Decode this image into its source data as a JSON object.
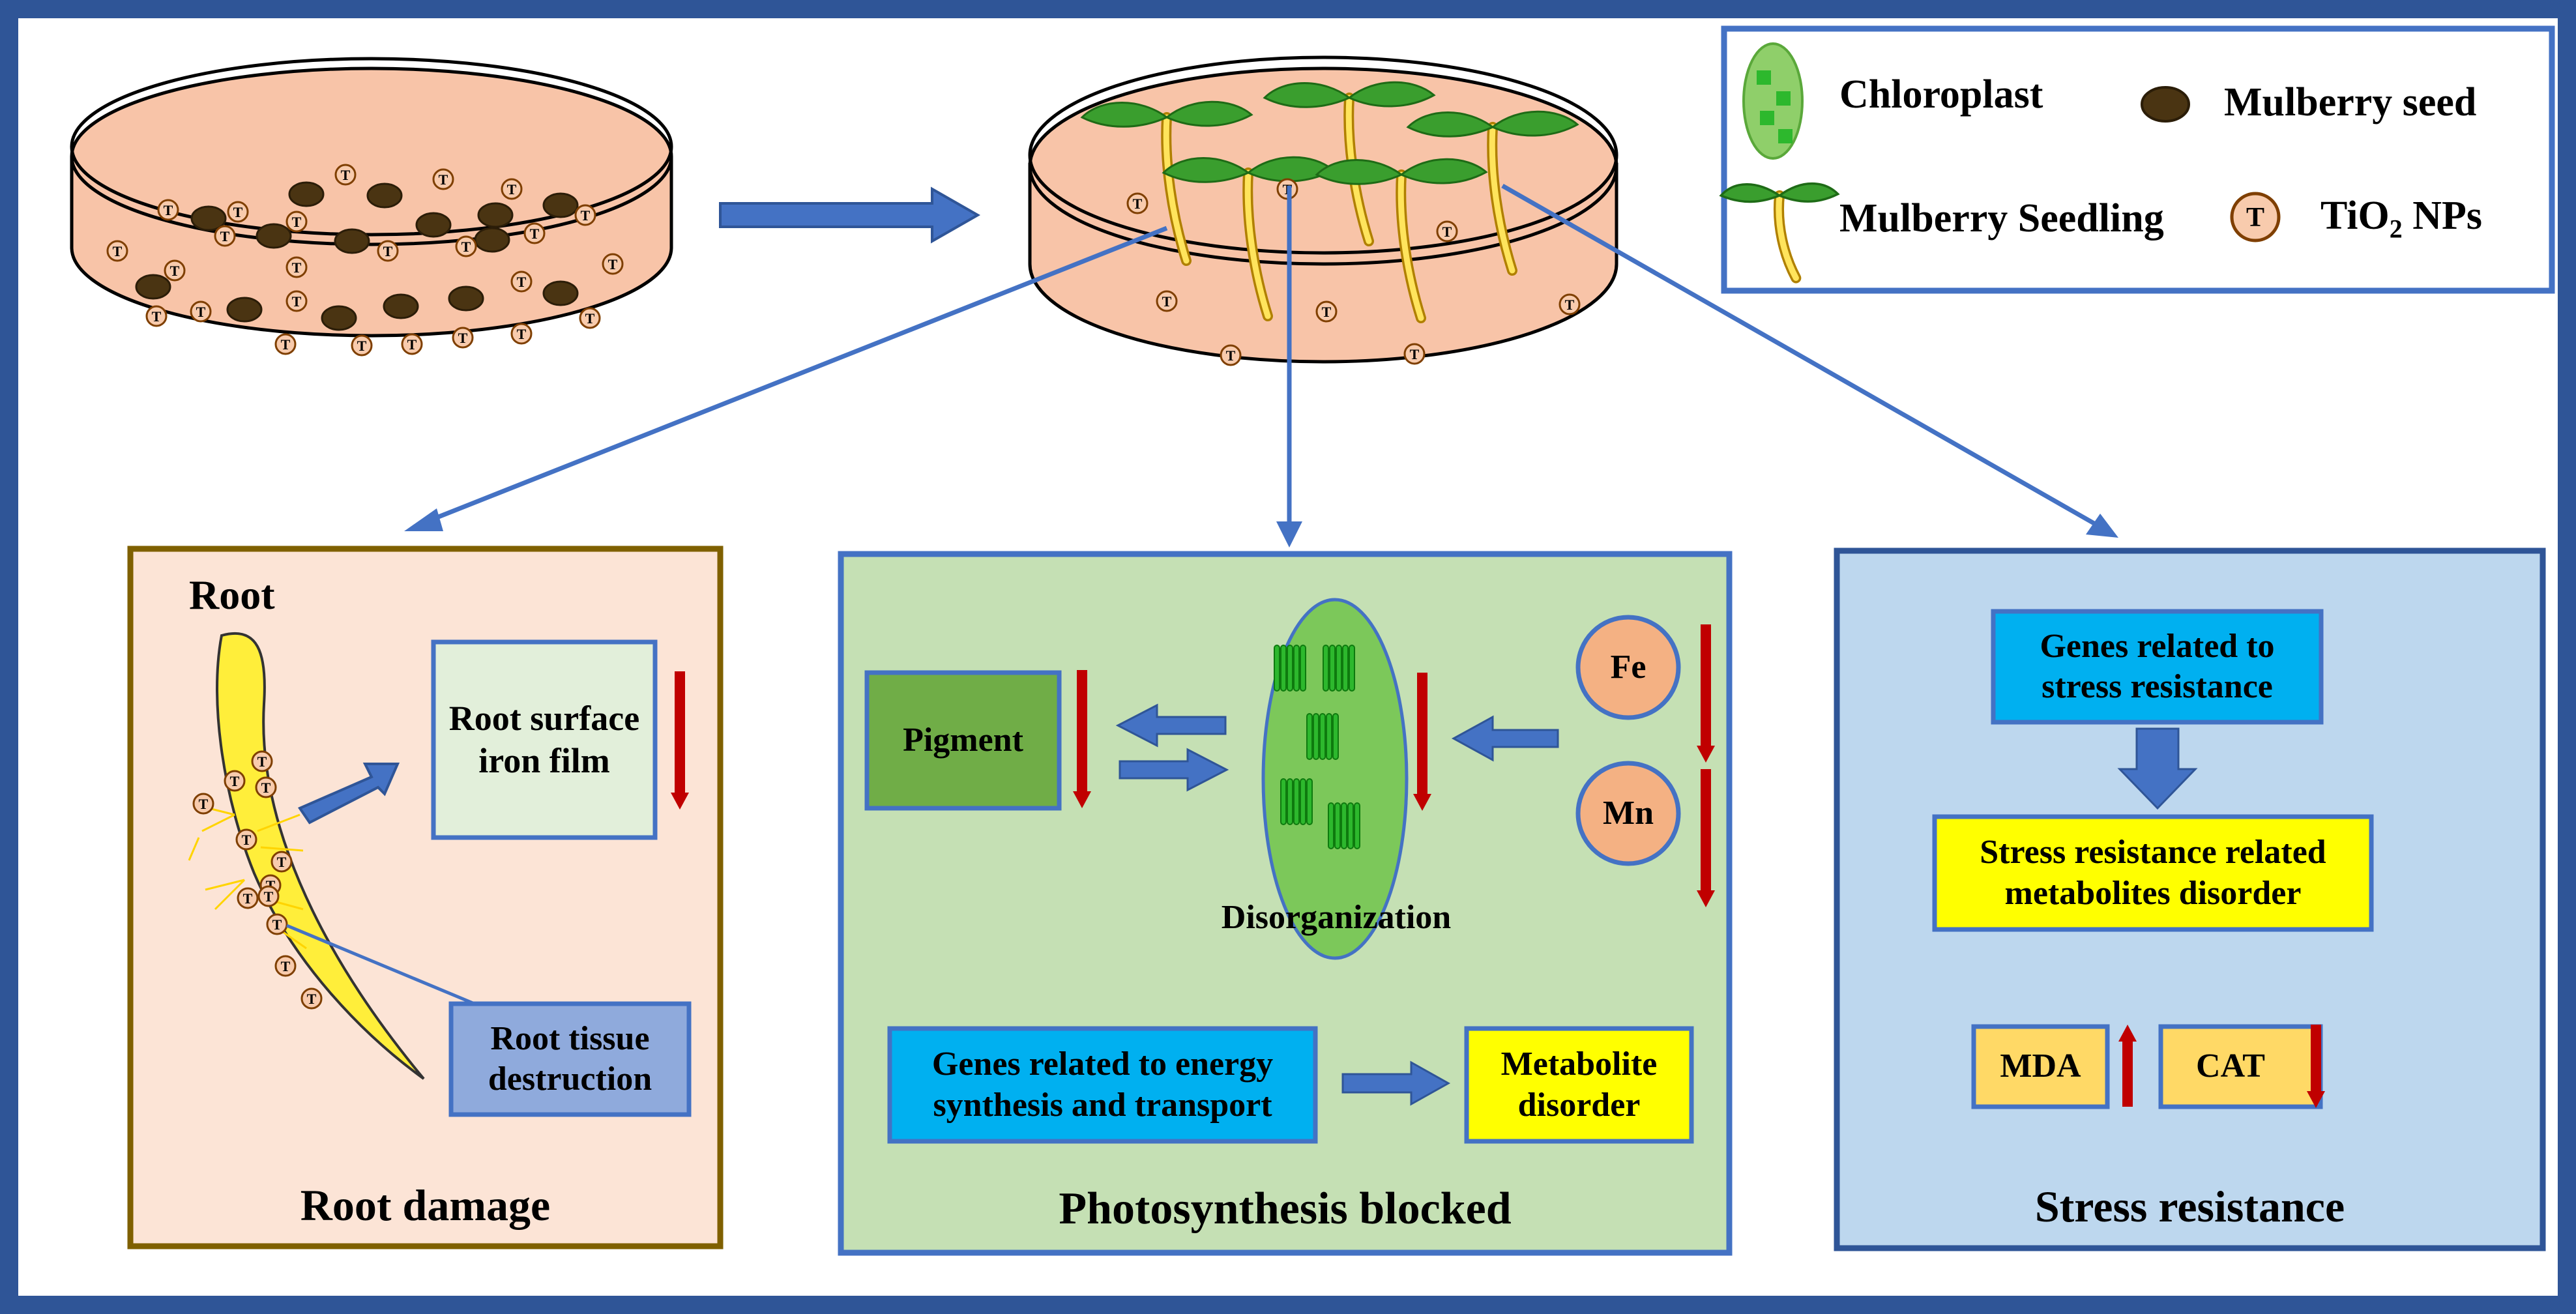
{
  "legend": {
    "chloroplast": "Chloroplast",
    "mulberry_seed": "Mulberry seed",
    "mulberry_seedling": "Mulberry Seedling",
    "tio2_prefix": "TiO",
    "tio2_sub": "2",
    "tio2_suffix": " NPs",
    "nanoparticle_letter": "T"
  },
  "root_panel": {
    "heading": "Root",
    "iron_film": "Root surface iron film",
    "tissue_destruction": "Root tissue destruction",
    "title": "Root damage"
  },
  "photo_panel": {
    "pigment": "Pigment",
    "fe": "Fe",
    "mn": "Mn",
    "disorganization": "Disorganization",
    "genes_energy": "Genes related to energy synthesis and transport",
    "metabolite_disorder": "Metabolite disorder",
    "title": "Photosynthesis blocked"
  },
  "stress_panel": {
    "genes_stress": "Genes related to stress resistance",
    "metabolites_disorder": "Stress resistance related metabolites disorder",
    "mda": "MDA",
    "cat": "CAT",
    "title": "Stress resistance"
  },
  "colors": {
    "frame": "#2f5597",
    "arrow_blue": "#4472c4",
    "indicator_red": "#c00000",
    "medium": "#f8c4a8",
    "seed": "#4a3412",
    "leaf": "#3a9e2e",
    "root_panel_bg": "#fce4d6",
    "photo_panel_bg": "#c5e0b4",
    "stress_panel_bg": "#bdd7ee",
    "cyan_box": "#00b0f0",
    "yellow_box": "#ffff00",
    "gold_box": "#ffd966"
  }
}
